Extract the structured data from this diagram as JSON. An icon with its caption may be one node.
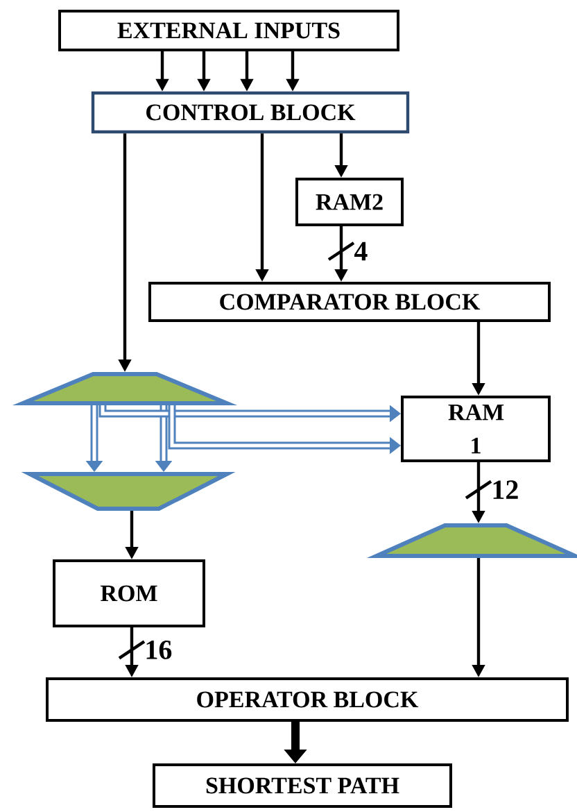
{
  "diagram": {
    "nodes": [
      {
        "text": [
          "EXTERNAL INPUTS"
        ]
      },
      {
        "text": [
          "CONTROL BLOCK"
        ]
      },
      {
        "text": [
          "RAM2"
        ]
      },
      {
        "text": [
          "COMPARATOR BLOCK"
        ]
      },
      {
        "text": [],
        "shape": "trapezoid"
      },
      {
        "text": [],
        "shape": "trapezoid"
      },
      {
        "text": [
          "RAM 1"
        ]
      },
      {
        "text": [],
        "shape": "trapezoid"
      },
      {
        "text": [
          "ROM"
        ]
      },
      {
        "text": [
          "OPERATOR BLOCK"
        ]
      },
      {
        "text": [
          "SHORTEST PATH"
        ]
      }
    ],
    "edges": [
      {
        "from": 0,
        "to": 1,
        "arrow": "to"
      },
      {
        "from": 0,
        "to": 1,
        "arrow": "to"
      },
      {
        "from": 0,
        "to": 1,
        "arrow": "to"
      },
      {
        "from": 0,
        "to": 1,
        "arrow": "to"
      },
      {
        "from": 1,
        "to": 4,
        "arrow": "to"
      },
      {
        "from": 1,
        "to": 3,
        "arrow": "to"
      },
      {
        "from": 1,
        "to": 2,
        "arrow": "to"
      },
      {
        "from": 2,
        "to": 3,
        "arrow": "to",
        "label": "4"
      },
      {
        "from": 3,
        "to": 6,
        "arrow": "to"
      },
      {
        "from": 4,
        "to": 5,
        "arrow": "to",
        "style": "thick",
        "color": "#4f81bd"
      },
      {
        "from": 4,
        "to": 5,
        "arrow": "to",
        "style": "thick",
        "color": "#4f81bd"
      },
      {
        "from": 4,
        "to": 6,
        "arrow": "to",
        "style": "thick",
        "color": "#4f81bd"
      },
      {
        "from": 4,
        "to": 6,
        "arrow": "to",
        "style": "thick",
        "color": "#4f81bd"
      },
      {
        "from": 6,
        "to": 7,
        "arrow": "to",
        "label": "12"
      },
      {
        "from": 5,
        "to": 8,
        "arrow": "to"
      },
      {
        "from": 8,
        "to": 9,
        "arrow": "to",
        "label": "16"
      },
      {
        "from": 7,
        "to": 9,
        "arrow": "to"
      },
      {
        "from": 9,
        "to": 10,
        "arrow": "to",
        "style": "thick"
      }
    ]
  }
}
